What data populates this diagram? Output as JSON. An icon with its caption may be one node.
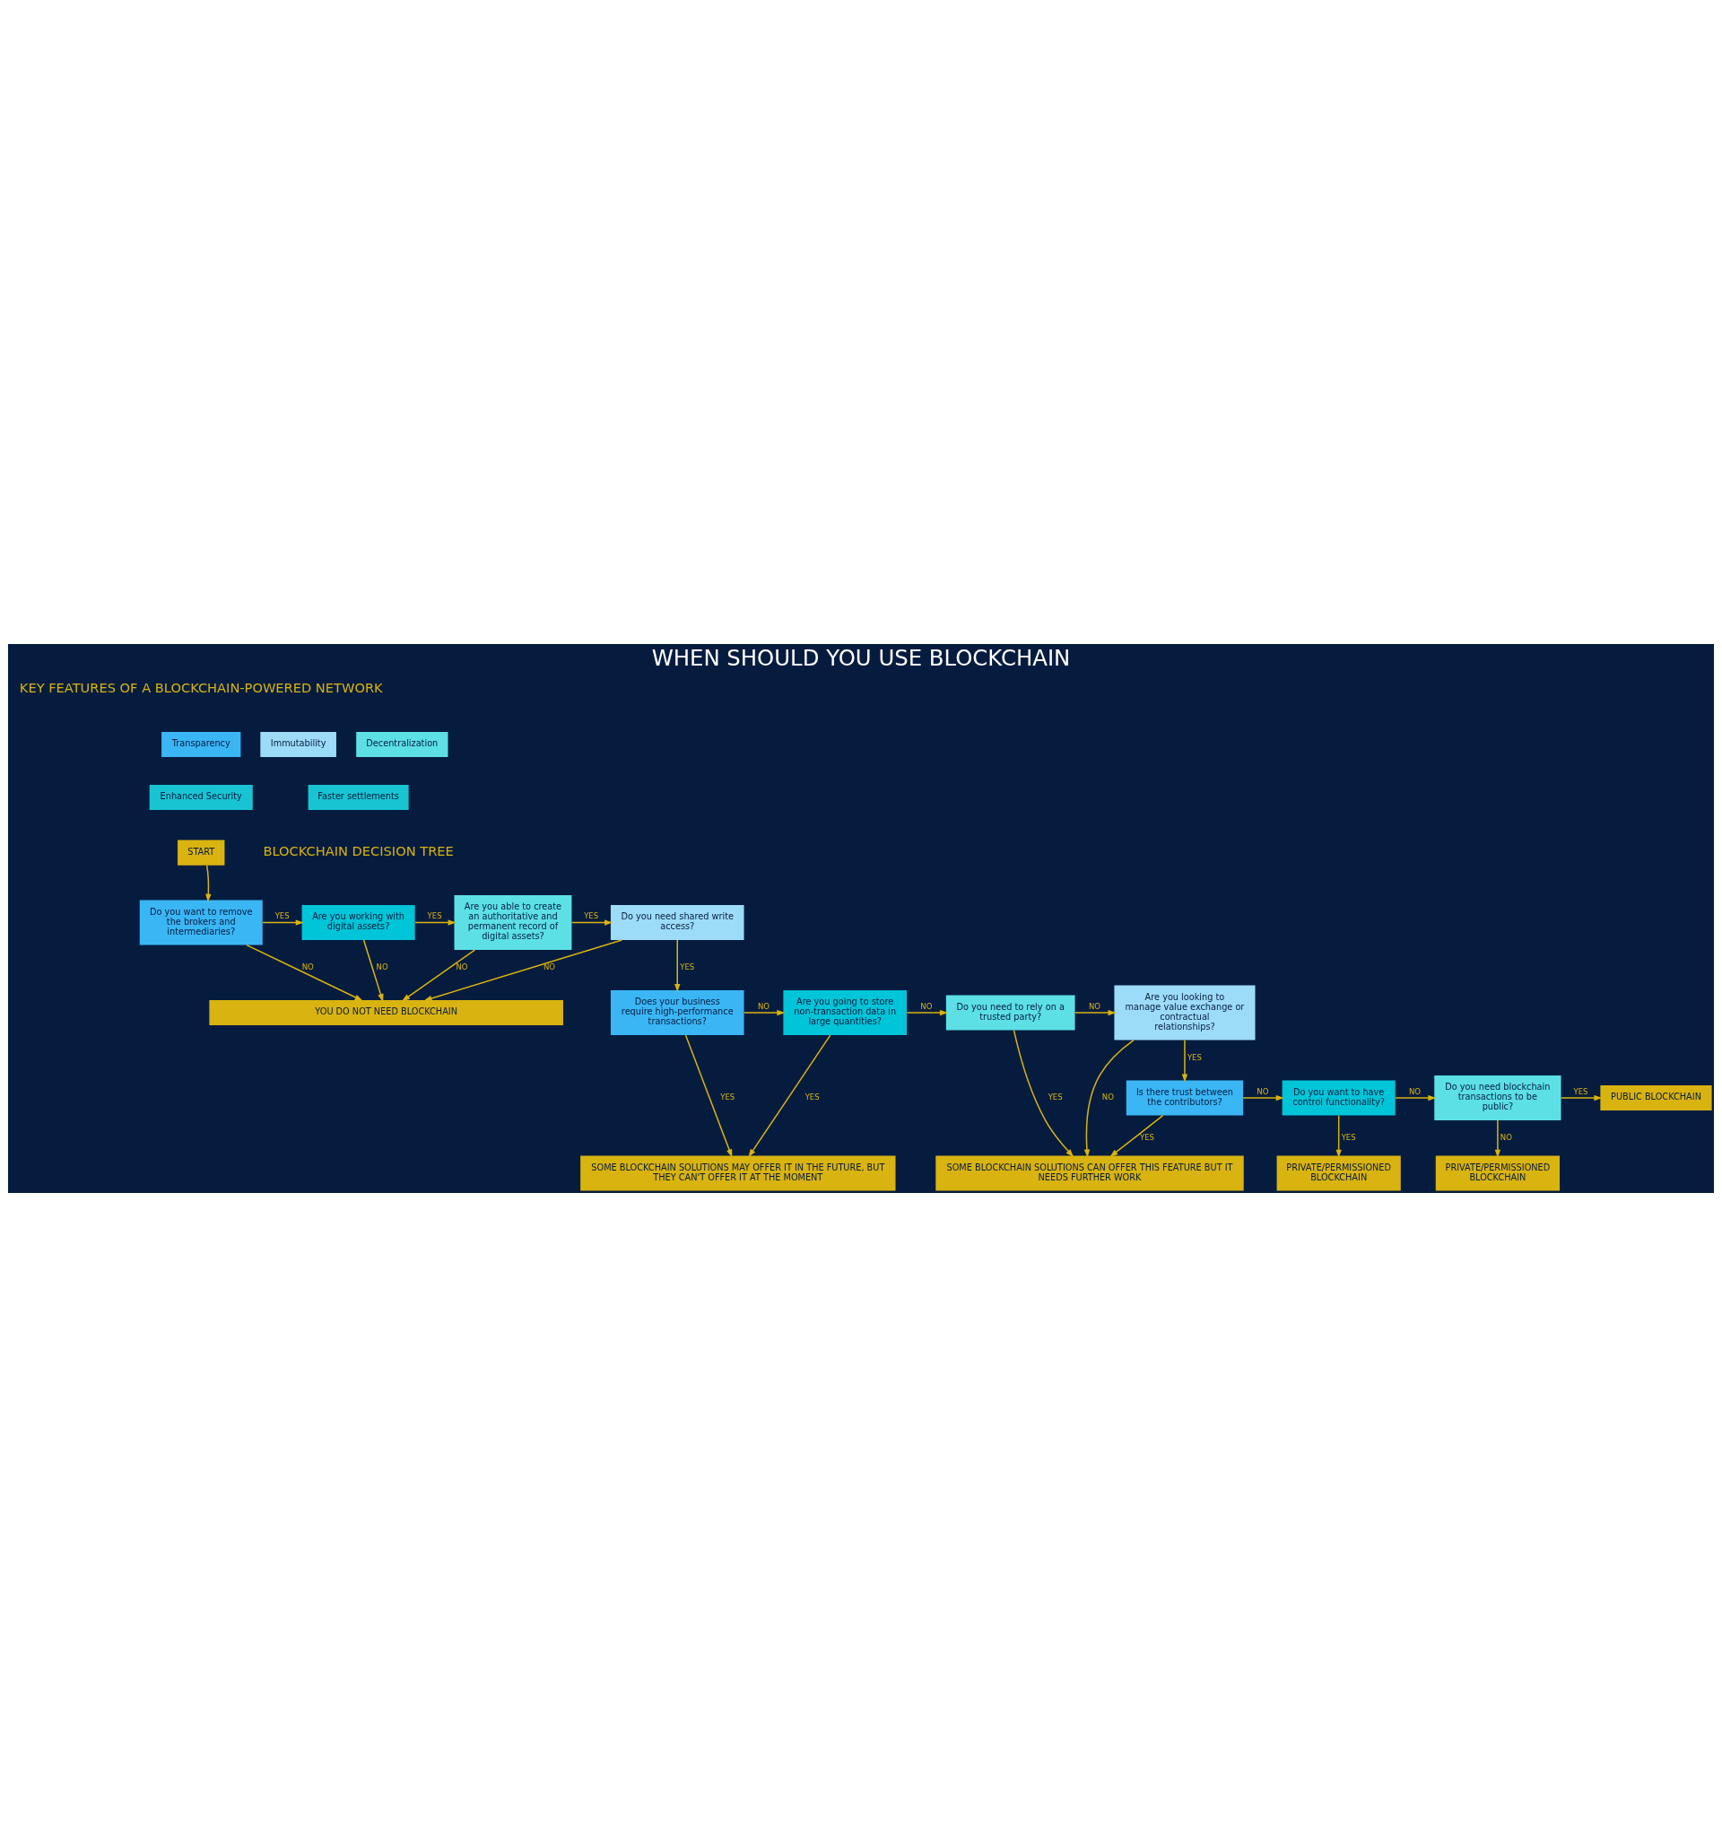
{
  "diagram": {
    "title": "WHEN SHOULD YOU USE BLOCKCHAIN",
    "nodes": [
      {
        "text": [
          "Transparency"
        ]
      },
      {
        "text": [
          "Immutability"
        ]
      },
      {
        "text": [
          "Decentralization"
        ]
      },
      {
        "text": [
          "Enhanced Security"
        ]
      },
      {
        "text": [
          "Faster settlements"
        ]
      },
      {
        "text": [
          "START"
        ]
      },
      {
        "text": [
          "Do you want to remove the brokers and intermediaries?"
        ]
      },
      {
        "text": [
          "Are you working with digital assets?"
        ]
      },
      {
        "text": [
          "Are you able to create an authoritative and permanent record of digital assets?"
        ]
      },
      {
        "text": [
          "Do you need shared write access?"
        ]
      },
      {
        "text": [
          "YOU DO NOT NEED BLOCKCHAIN"
        ]
      },
      {
        "text": [
          "Does your business require high-performance transactions?"
        ]
      },
      {
        "text": [
          "Are you going to store non-transaction data in large quantities?"
        ]
      },
      {
        "text": [
          "Do you need to rely on a trusted party?"
        ]
      },
      {
        "text": [
          "Are you looking to manage value exchange or contractual relationships?"
        ]
      },
      {
        "text": [
          "SOME BLOCKCHAIN SOLUTIONS CAN OFFER THIS FEATURE BUT IT NEEDS FURTHER WORK"
        ]
      },
      {
        "text": [
          "SOME BLOCKCHAIN SOLUTIONS MAY OFFER IT IN THE FUTURE, BUT THEY CAN'T OFFER IT AT THE MOMENT"
        ]
      },
      {
        "text": [
          "Is there trust between the contributors?"
        ]
      },
      {
        "text": [
          "Do you want to have control functionality?"
        ]
      },
      {
        "text": [
          "Do you need blockchain transactions to be public?"
        ]
      },
      {
        "text": [
          "PUBLIC BLOCKCHAIN"
        ]
      },
      {
        "text": [
          "PRIVATE/PERMISSIONED BLOCKCHAIN"
        ]
      },
      {
        "text": [
          "PRIVATE/PERMISSIONED BLOCKCHAIN"
        ]
      }
    ],
    "edges": [
      {
        "from": 5,
        "to": 6,
        "arrow": "to"
      },
      {
        "from": 6,
        "to": 7,
        "arrow": "to",
        "label": "YES"
      },
      {
        "from": 6,
        "to": 10,
        "arrow": "to",
        "label": "NO"
      },
      {
        "from": 7,
        "to": 8,
        "arrow": "to",
        "label": "YES"
      },
      {
        "from": 7,
        "to": 10,
        "arrow": "to",
        "label": "NO"
      },
      {
        "from": 8,
        "to": 9,
        "arrow": "to",
        "label": "YES"
      },
      {
        "from": 8,
        "to": 10,
        "arrow": "to",
        "label": "NO"
      },
      {
        "from": 9,
        "to": 10,
        "arrow": "to",
        "label": "NO"
      },
      {
        "from": 9,
        "to": 11,
        "arrow": "to",
        "label": "YES"
      },
      {
        "from": 11,
        "to": 12,
        "arrow": "to",
        "label": "NO"
      },
      {
        "from": 11,
        "to": 16,
        "arrow": "to",
        "label": "YES"
      },
      {
        "from": 12,
        "to": 13,
        "arrow": "to",
        "label": "NO"
      },
      {
        "from": 12,
        "to": 16,
        "arrow": "to",
        "label": "YES"
      },
      {
        "from": 13,
        "to": 14,
        "arrow": "to",
        "label": "NO"
      },
      {
        "from": 13,
        "to": 15,
        "arrow": "to",
        "label": "YES"
      },
      {
        "from": 14,
        "to": 15,
        "arrow": "to",
        "label": "NO"
      },
      {
        "from": 14,
        "to": 17,
        "arrow": "to",
        "label": "YES"
      },
      {
        "from": 17,
        "to": 15,
        "arrow": "to",
        "label": "YES"
      },
      {
        "from": 17,
        "to": 18,
        "arrow": "to",
        "label": "NO"
      },
      {
        "from": 18,
        "to": 19,
        "arrow": "to",
        "label": "NO"
      },
      {
        "from": 18,
        "to": 21,
        "arrow": "to",
        "label": "YES"
      },
      {
        "from": 19,
        "to": 20,
        "arrow": "to",
        "label": "YES"
      },
      {
        "from": 19,
        "to": 22,
        "arrow": "to",
        "label": "NO"
      }
    ],
    "labels": [
      "KEY FEATURES OF A BLOCKCHAIN-POWERED NETWORK",
      "BLOCKCHAIN DECISION TREE"
    ]
  }
}
